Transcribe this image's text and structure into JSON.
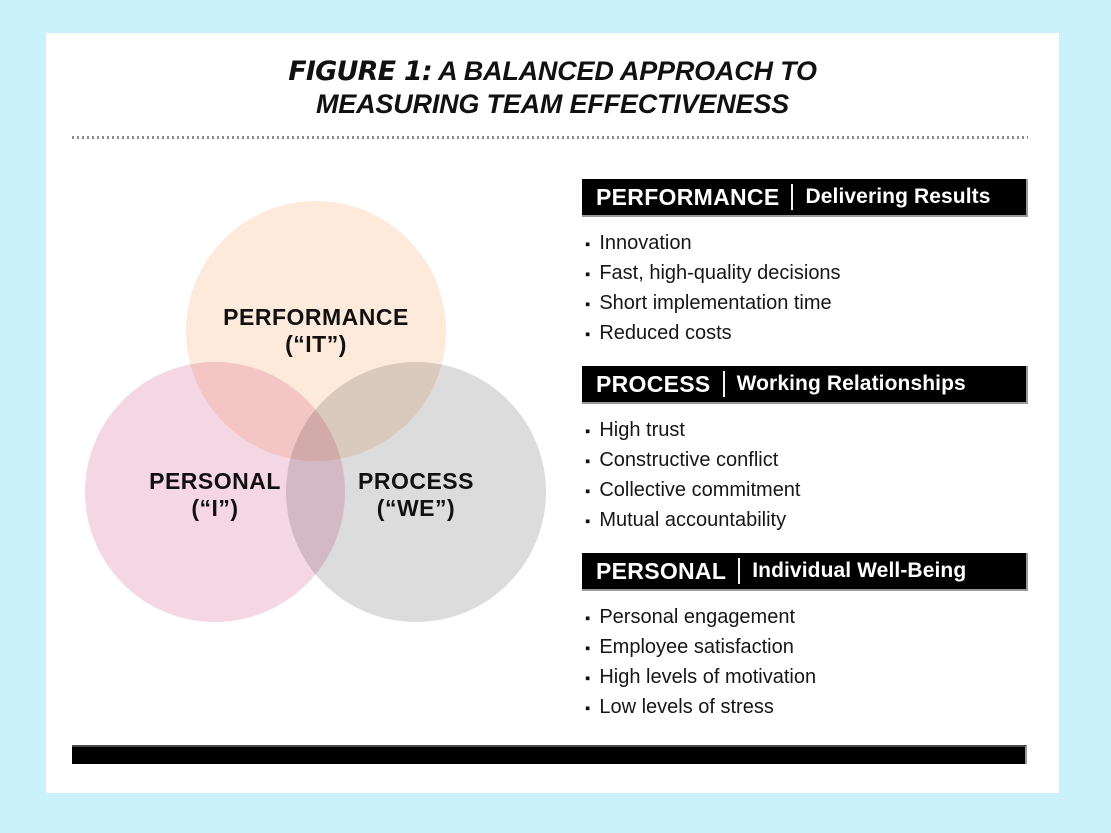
{
  "figure": {
    "title_prefix": "FIGURE 1:",
    "title_line1_rest": " A BALANCED APPROACH TO",
    "title_line2": "MEASURING TEAM EFFECTIVENESS"
  },
  "venn": {
    "circles": [
      {
        "id": "performance",
        "label": "PERFORMANCE",
        "sublabel": "(“IT”)",
        "color": "#fdeadb"
      },
      {
        "id": "personal",
        "label": "PERSONAL",
        "sublabel": "(“I”)",
        "color": "#f5d7e4"
      },
      {
        "id": "process",
        "label": "PROCESS",
        "sublabel": "(“WE”)",
        "color": "#dcdcdc"
      }
    ]
  },
  "sections": [
    {
      "label": "PERFORMANCE",
      "subtitle": "Delivering Results",
      "items": [
        "Innovation",
        "Fast, high-quality decisions",
        "Short implementation time",
        "Reduced costs"
      ]
    },
    {
      "label": "PROCESS",
      "subtitle": "Working Relationships",
      "items": [
        "High trust",
        "Constructive conflict",
        "Collective commitment",
        "Mutual accountability"
      ]
    },
    {
      "label": "PERSONAL",
      "subtitle": "Individual Well-Being",
      "items": [
        "Personal engagement",
        "Employee satisfaction",
        "High levels of motivation",
        "Low levels of stress"
      ]
    }
  ],
  "icons": {
    "bullet": "▪"
  },
  "colors": {
    "page_bg": "#c9f2fb",
    "card_bg": "#ffffff",
    "bar_black": "#000000",
    "text": "#111111",
    "dotted_rule": "#8d8d8d",
    "bar_shadow": "#9a9a9a"
  }
}
